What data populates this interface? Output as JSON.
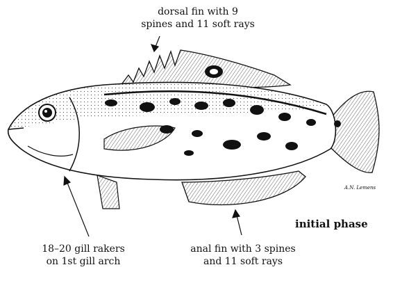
{
  "labels": {
    "dorsal": {
      "line1": "dorsal fin with 9",
      "line2": "spines and 11 soft rays"
    },
    "gill": {
      "line1": "18–20 gill rakers",
      "line2": "on 1st gill arch"
    },
    "anal": {
      "line1": "anal fin with 3 spines",
      "line2": "and 11 soft rays"
    },
    "phase": "initial phase"
  },
  "colors": {
    "ink": "#111111",
    "background": "#ffffff"
  },
  "signature": "A.N. Lemens"
}
